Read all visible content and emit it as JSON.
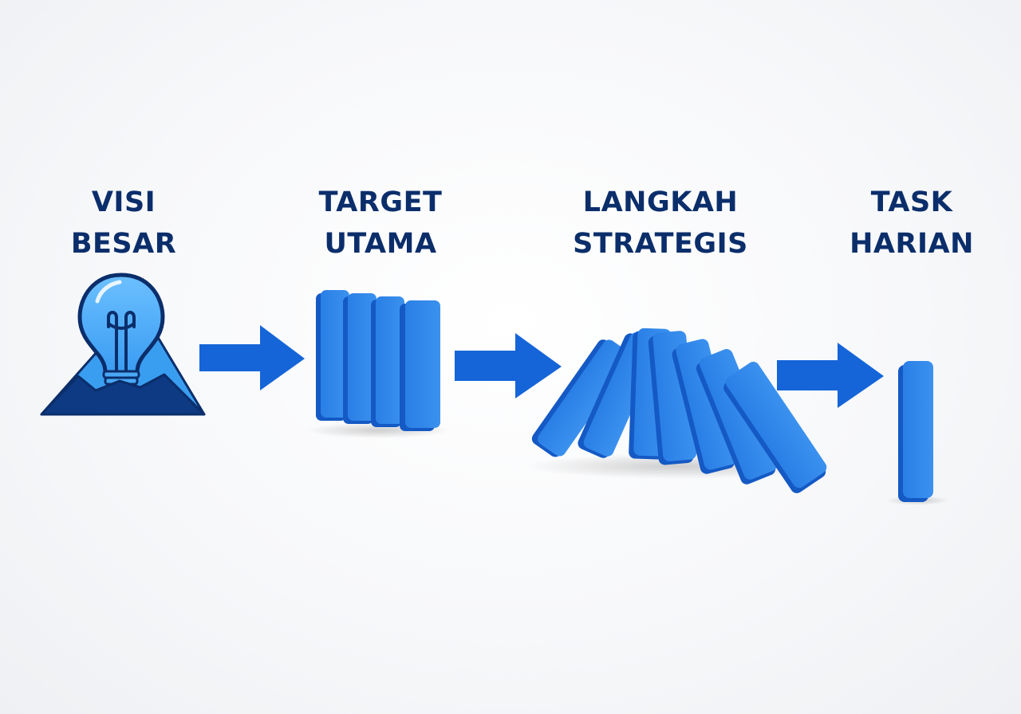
{
  "steps": [
    {
      "line1": "VISI",
      "line2": "BESAR",
      "icon": "lightbulb-mountain-icon"
    },
    {
      "line1": "TARGET",
      "line2": "UTAMA",
      "icon": "standing-dominoes-icon"
    },
    {
      "line1": "LANGKAH",
      "line2": "STRATEGIS",
      "icon": "falling-dominoes-icon"
    },
    {
      "line1": "TASK",
      "line2": "HARIAN",
      "icon": "single-domino-icon"
    }
  ],
  "colors": {
    "label": "#0b2e6b",
    "arrow": "#1565d8",
    "domino_face": "#2f86e8",
    "domino_side": "#1459c4",
    "domino_top": "#5fa8f2",
    "bulb": "#4aa8f5",
    "bulb_outline": "#0b2e6b",
    "mountain_light": "#3a9ef0",
    "mountain_dark": "#0d3a82"
  }
}
